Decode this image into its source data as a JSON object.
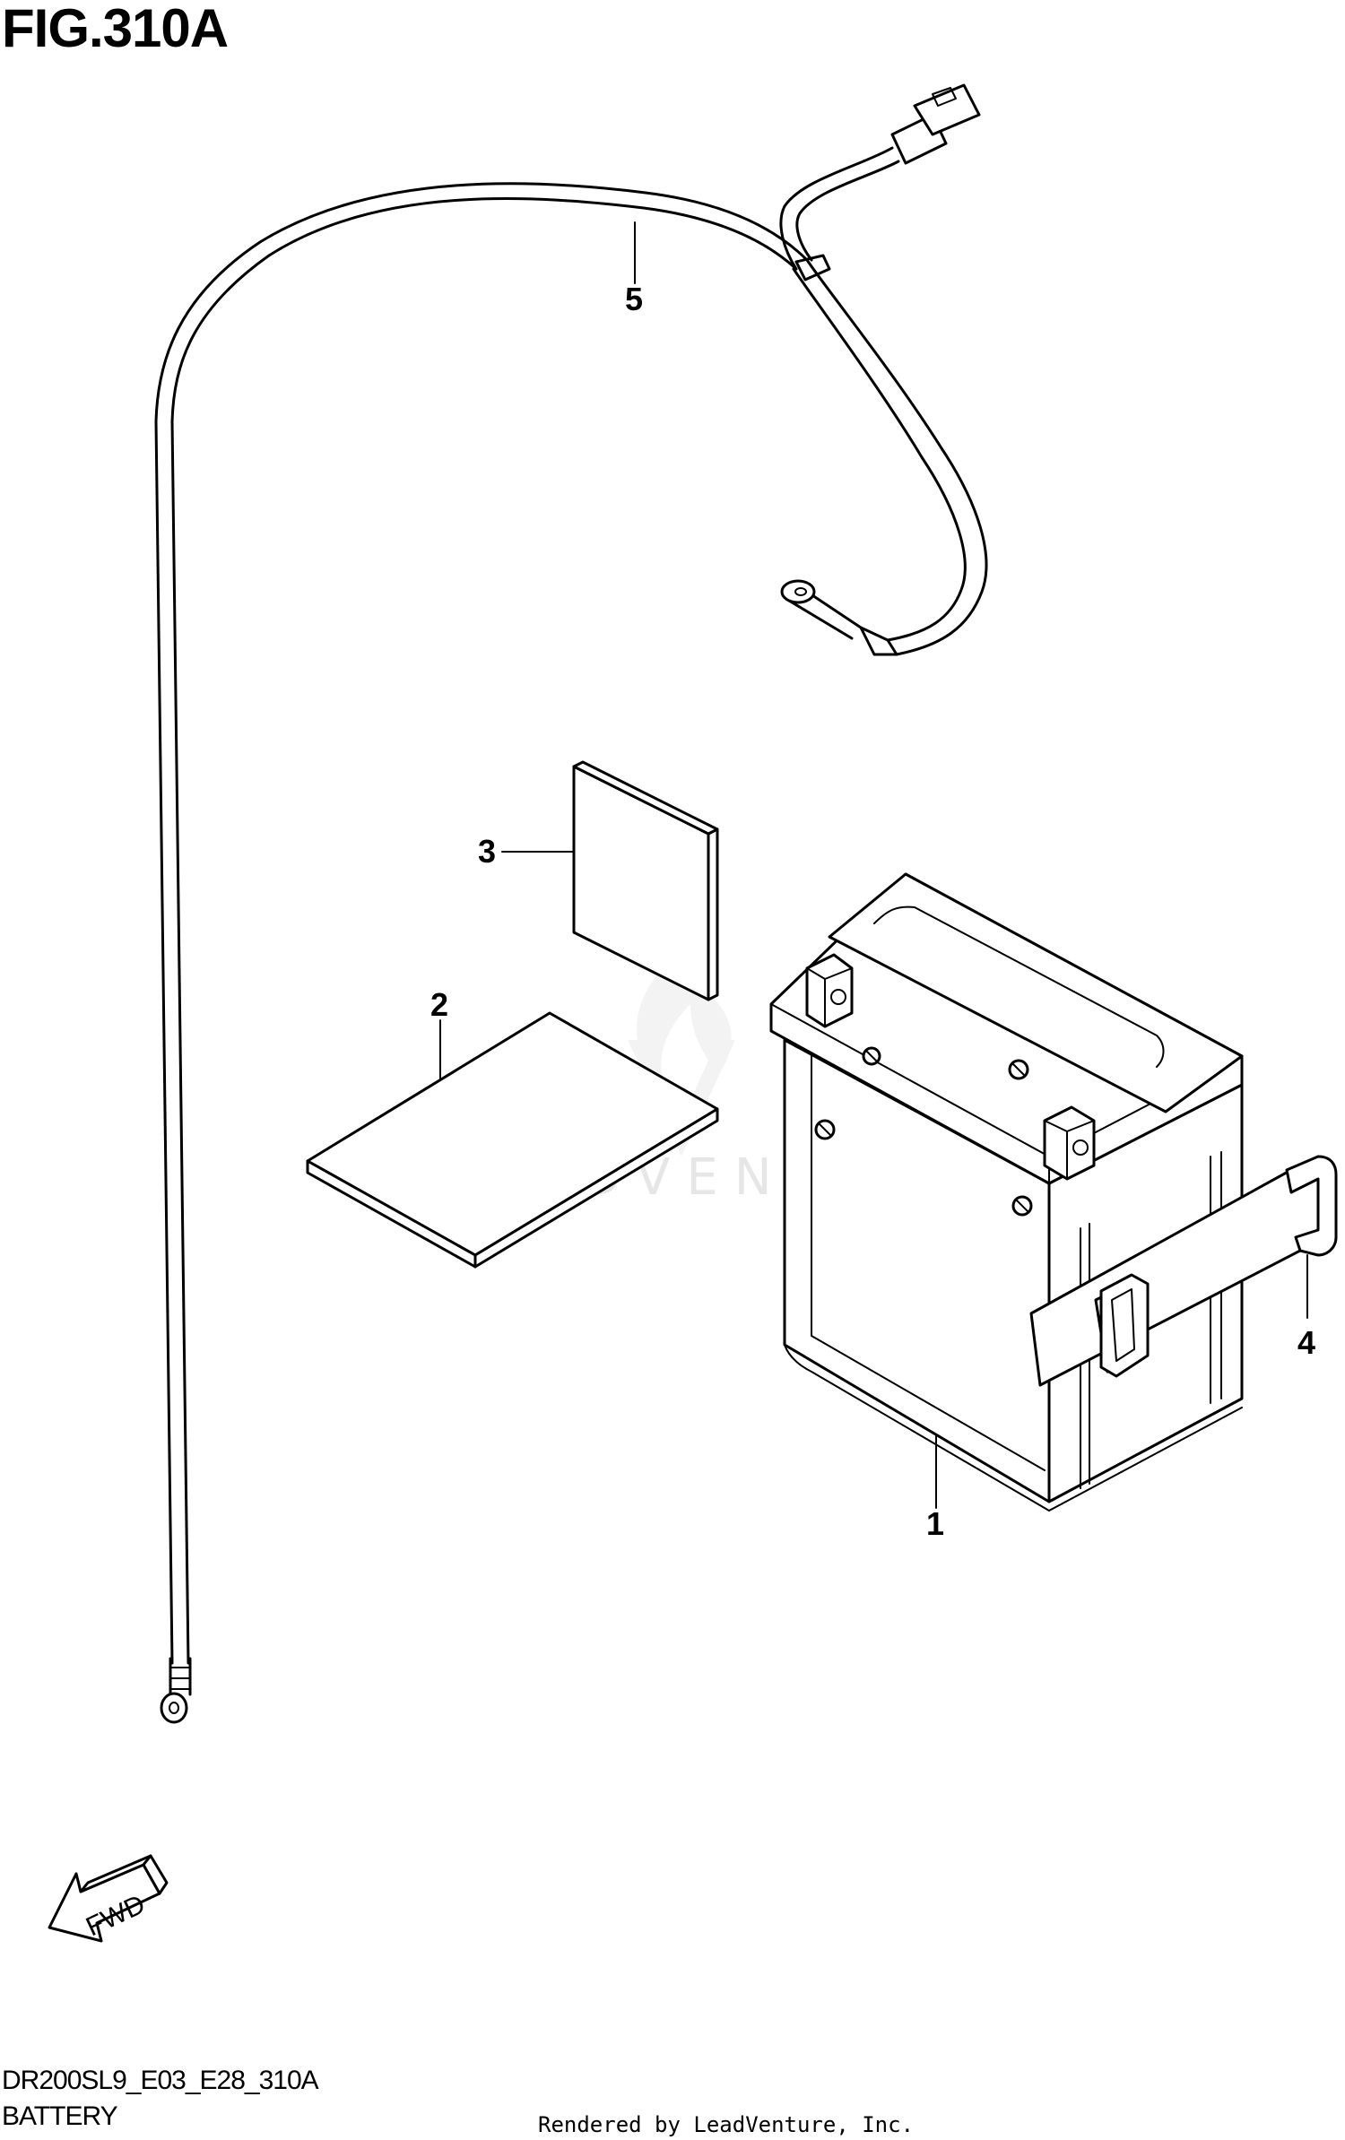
{
  "figure": {
    "title": "FIG.310A",
    "model_code": "DR200SL9_E03_E28_310A",
    "section_name": "BATTERY",
    "credit": "Rendered by LeadVenture, Inc.",
    "watermark": "LEADVENTURE",
    "direction_label": "FWD"
  },
  "parts": [
    {
      "callout": "1",
      "part": "battery"
    },
    {
      "callout": "2",
      "part": "manual-sheet"
    },
    {
      "callout": "3",
      "part": "label-card"
    },
    {
      "callout": "4",
      "part": "battery-band"
    },
    {
      "callout": "5",
      "part": "battery-lead-wire"
    }
  ],
  "icons": [
    "fwd-arrow-icon",
    "leadventure-logo-icon"
  ]
}
